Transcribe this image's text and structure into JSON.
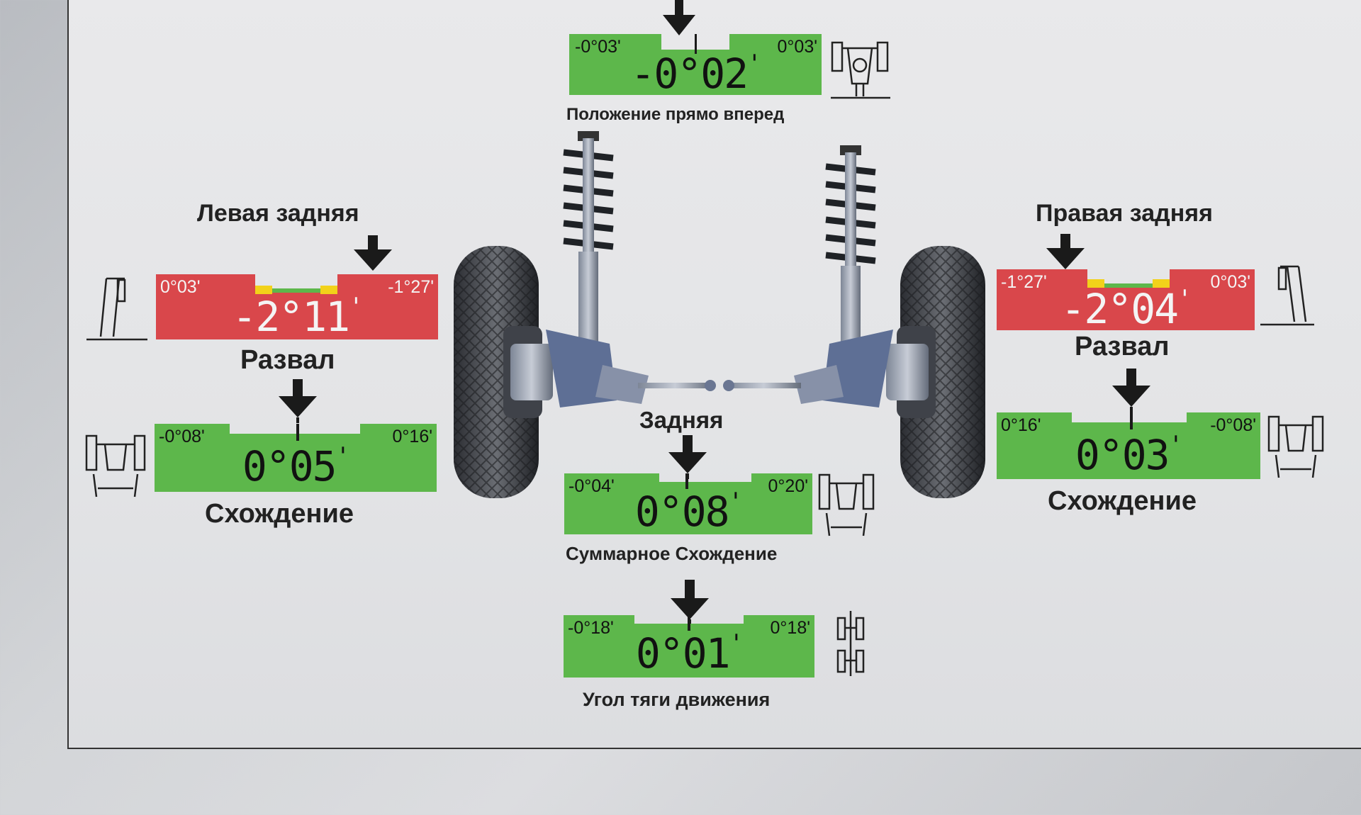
{
  "front": {
    "min": "-0°03'",
    "max": "0°03'",
    "value": "-0°02",
    "prime": "'",
    "caption": "Положение прямо вперед"
  },
  "left_rear": {
    "title": "Левая задняя",
    "camber": {
      "min": "0°03'",
      "max": "-1°27'",
      "value": "-2°11",
      "prime": "'",
      "caption": "Развал"
    },
    "toe": {
      "min": "-0°08'",
      "max": "0°16'",
      "value": "0°05",
      "prime": "'",
      "caption": "Схождение"
    }
  },
  "right_rear": {
    "title": "Правая задняя",
    "camber": {
      "min": "-1°27'",
      "max": "0°03'",
      "value": "-2°04",
      "prime": "'",
      "caption": "Развал"
    },
    "toe": {
      "min": "0°16'",
      "max": "-0°08'",
      "value": "0°03",
      "prime": "'",
      "caption": "Схождение"
    }
  },
  "rear_title": "Задняя",
  "total_toe": {
    "min": "-0°04'",
    "max": "0°20'",
    "value": "0°08",
    "prime": "'",
    "caption": "Суммарное Схождение"
  },
  "thrust": {
    "min": "-0°18'",
    "max": "0°18'",
    "value": "0°01",
    "prime": "'",
    "caption": "Угол тяги движения"
  },
  "colors": {
    "green": "#5db74b",
    "red": "#d9474b",
    "marker": "#f2d21a",
    "ink": "#222222"
  },
  "icons": [
    "down-arrow-icon",
    "wheel-camber-icon",
    "wheel-toe-icon",
    "steering-icon",
    "thrust-icon",
    "suspension-illustration"
  ]
}
